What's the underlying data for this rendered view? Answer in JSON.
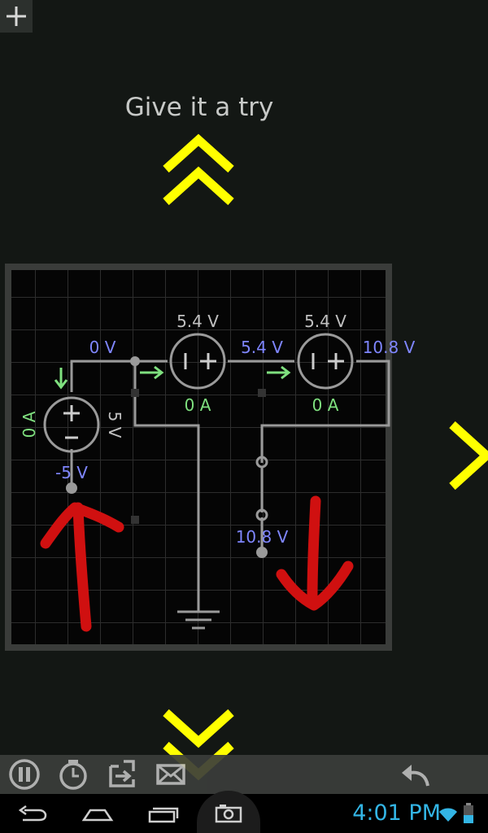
{
  "header": {
    "title": "Give it a try"
  },
  "circuit": {
    "labels": {
      "v_source_left_top": "5.4 V",
      "v_source_right_top": "5.4 V",
      "node_0": "0 V",
      "node_mid": "5.4 V",
      "node_right": "10.8 V",
      "current_left_source": "0 A",
      "current_right_source": "0 A",
      "current_battery": "0 A",
      "battery_voltage": "5 V",
      "node_bottom_left": "-5 V",
      "node_switch": "10.8 V"
    }
  },
  "status_bar": {
    "time": "4:01 PM"
  },
  "colors": {
    "background": "#131714",
    "wire": "#9a9a9a",
    "arrow_yellow": "#ffff00",
    "scribble_red": "#d01010",
    "label_blue": "#7f86ff",
    "label_green": "#7fe07f",
    "clock_blue": "#33b5e5"
  },
  "icons": {
    "add": "plus-icon",
    "pause": "pause-icon",
    "timer": "stopwatch-icon",
    "export": "export-icon",
    "mail": "mail-icon",
    "undo": "undo-icon",
    "nav_back": "back-icon",
    "nav_home": "home-icon",
    "nav_recents": "recents-icon",
    "screenshot": "camera-icon",
    "wifi": "wifi-icon",
    "battery": "battery-icon"
  }
}
